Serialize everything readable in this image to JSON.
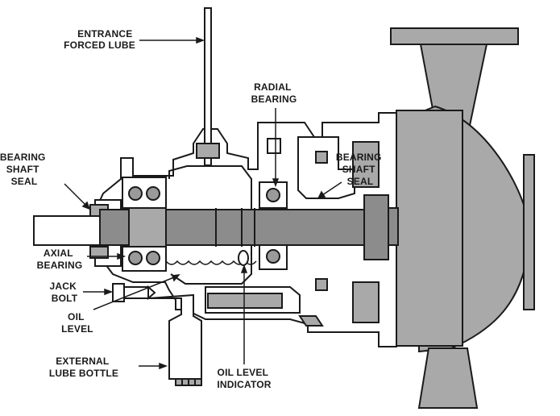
{
  "colors": {
    "ink": "#1a1a1a",
    "housing": "#a9a9a9",
    "shaft": "#8c8c8c",
    "ball": "#9a9a9a",
    "background": "#ffffff"
  },
  "labels": {
    "entrance_forced_lube": [
      "ENTRANCE",
      "FORCED LUBE"
    ],
    "radial_bearing": [
      "RADIAL",
      "BEARING"
    ],
    "bearing_shaft_seal_left": [
      "BEARING",
      "SHAFT",
      "SEAL"
    ],
    "bearing_shaft_seal_right": [
      "BEARING",
      "SHAFT",
      "SEAL"
    ],
    "axial_bearing": [
      "AXIAL",
      "BEARING"
    ],
    "jack_bolt": [
      "JACK",
      "BOLT"
    ],
    "oil_level": [
      "OIL",
      "LEVEL"
    ],
    "external_lube_bottle": [
      "EXTERNAL",
      "LUBE BOTTLE"
    ],
    "oil_level_indicator": [
      "OIL LEVEL",
      "INDICATOR"
    ]
  }
}
